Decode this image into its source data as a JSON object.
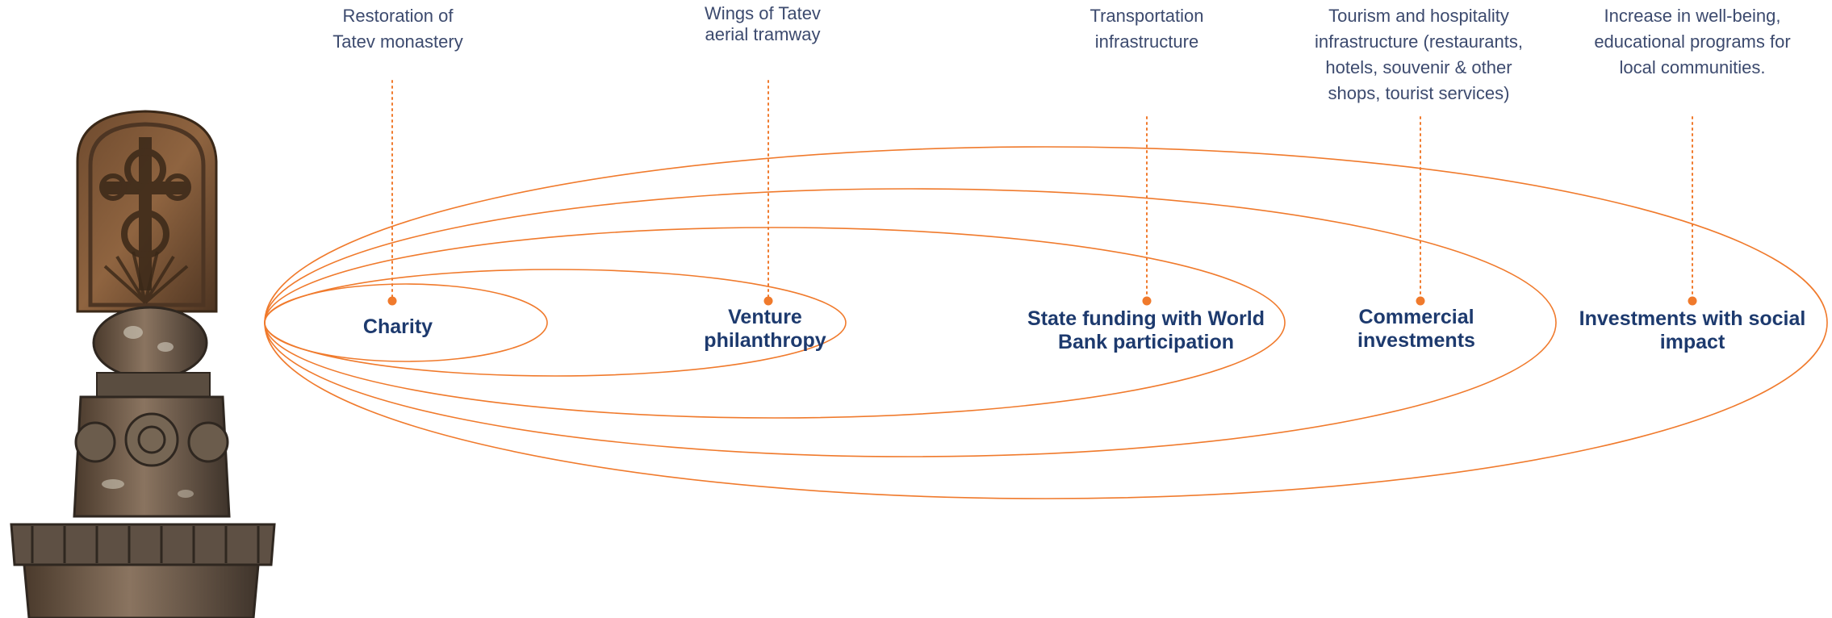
{
  "accent_color": "#f07a2c",
  "text_color": "#1d3a6e",
  "image": {
    "icon": "carved-stone-khachkar-column"
  },
  "levels": [
    {
      "label": "Charity",
      "example": "Restoration of\nTatev monastery"
    },
    {
      "label": "Venture\nphilanthropy",
      "example": "Wings of Tatev\naerial tramway"
    },
    {
      "label": "State funding with World\nBank participation",
      "example": "Transportation\ninfrastructure"
    },
    {
      "label": "Commercial\ninvestments",
      "example": "Tourism and hospitality\ninfrastructure (restaurants,\nhotels, souvenir & other\nshops, tourist services)"
    },
    {
      "label": "Investments with social\nimpact",
      "example": "Increase in well-being,\neducational programs for\nlocal communities."
    }
  ]
}
